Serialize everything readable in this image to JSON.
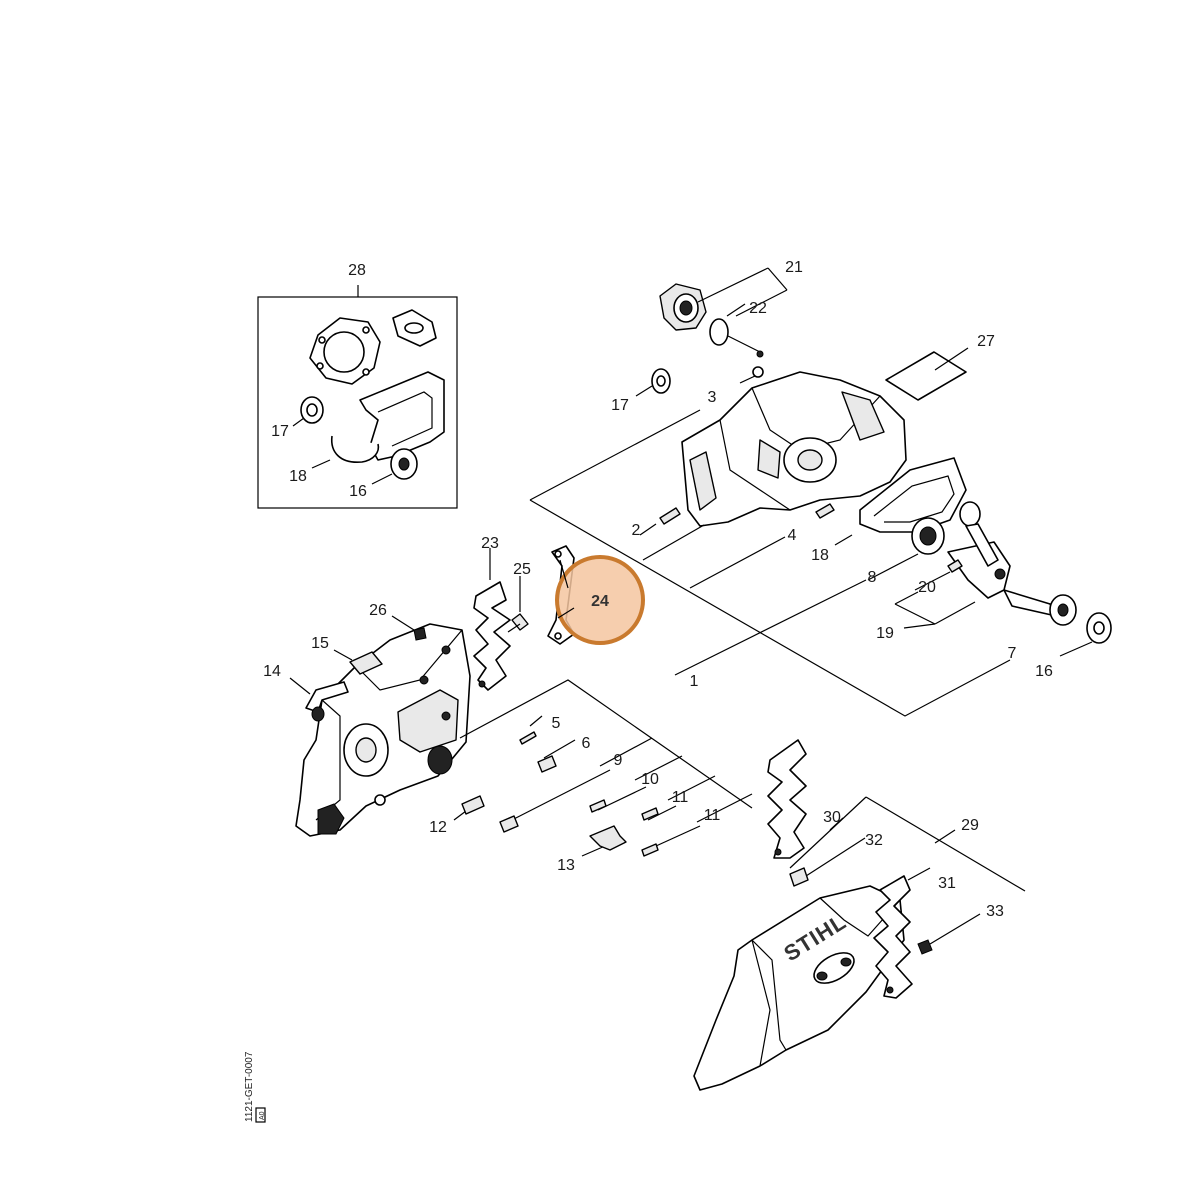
{
  "callouts": [
    {
      "id": "1",
      "label": "1"
    },
    {
      "id": "2",
      "label": "2"
    },
    {
      "id": "3",
      "label": "3"
    },
    {
      "id": "4",
      "label": "4"
    },
    {
      "id": "5",
      "label": "5"
    },
    {
      "id": "6",
      "label": "6"
    },
    {
      "id": "7",
      "label": "7"
    },
    {
      "id": "8",
      "label": "8"
    },
    {
      "id": "9",
      "label": "9"
    },
    {
      "id": "10",
      "label": "10"
    },
    {
      "id": "11a",
      "label": "11"
    },
    {
      "id": "11b",
      "label": "11"
    },
    {
      "id": "12",
      "label": "12"
    },
    {
      "id": "13",
      "label": "13"
    },
    {
      "id": "14",
      "label": "14"
    },
    {
      "id": "15",
      "label": "15"
    },
    {
      "id": "16a",
      "label": "16"
    },
    {
      "id": "16b",
      "label": "16"
    },
    {
      "id": "17a",
      "label": "17"
    },
    {
      "id": "17b",
      "label": "17"
    },
    {
      "id": "18a",
      "label": "18"
    },
    {
      "id": "18b",
      "label": "18"
    },
    {
      "id": "19",
      "label": "19"
    },
    {
      "id": "20",
      "label": "20"
    },
    {
      "id": "21",
      "label": "21"
    },
    {
      "id": "22",
      "label": "22"
    },
    {
      "id": "23",
      "label": "23"
    },
    {
      "id": "25",
      "label": "25"
    },
    {
      "id": "26",
      "label": "26"
    },
    {
      "id": "27",
      "label": "27"
    },
    {
      "id": "28",
      "label": "28"
    },
    {
      "id": "29",
      "label": "29"
    },
    {
      "id": "30",
      "label": "30"
    },
    {
      "id": "31",
      "label": "31"
    },
    {
      "id": "32",
      "label": "32"
    },
    {
      "id": "33",
      "label": "33"
    }
  ],
  "highlight": {
    "label": "24",
    "color": "#c97a2e",
    "fill": "#f5c6a0"
  },
  "brand_text": "STIHL",
  "drawing_code": "1121-GET-0007",
  "drawing_code_box": "A0"
}
